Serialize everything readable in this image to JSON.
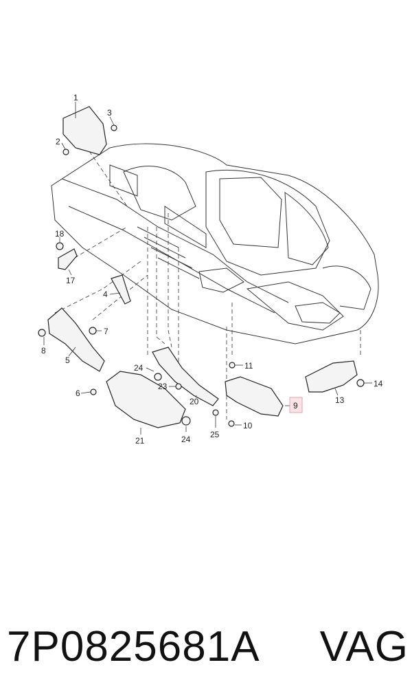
{
  "callouts": [
    {
      "id": "1",
      "text": "1"
    },
    {
      "id": "2",
      "text": "2"
    },
    {
      "id": "3",
      "text": "3"
    },
    {
      "id": "4",
      "text": "4"
    },
    {
      "id": "5",
      "text": "5"
    },
    {
      "id": "6",
      "text": "6"
    },
    {
      "id": "7",
      "text": "7"
    },
    {
      "id": "8",
      "text": "8"
    },
    {
      "id": "9",
      "text": "9"
    },
    {
      "id": "10",
      "text": "10"
    },
    {
      "id": "11",
      "text": "11"
    },
    {
      "id": "13",
      "text": "13"
    },
    {
      "id": "14",
      "text": "14"
    },
    {
      "id": "17",
      "text": "17"
    },
    {
      "id": "18",
      "text": "18"
    },
    {
      "id": "20",
      "text": "20"
    },
    {
      "id": "21",
      "text": "21"
    },
    {
      "id": "23",
      "text": "23"
    },
    {
      "id": "24a",
      "text": "24"
    },
    {
      "id": "24b",
      "text": "24"
    },
    {
      "id": "25",
      "text": "25"
    }
  ],
  "highlight_color": "#fbe3e8",
  "footer": {
    "part_number": "7P0825681A",
    "brand": "VAG"
  }
}
